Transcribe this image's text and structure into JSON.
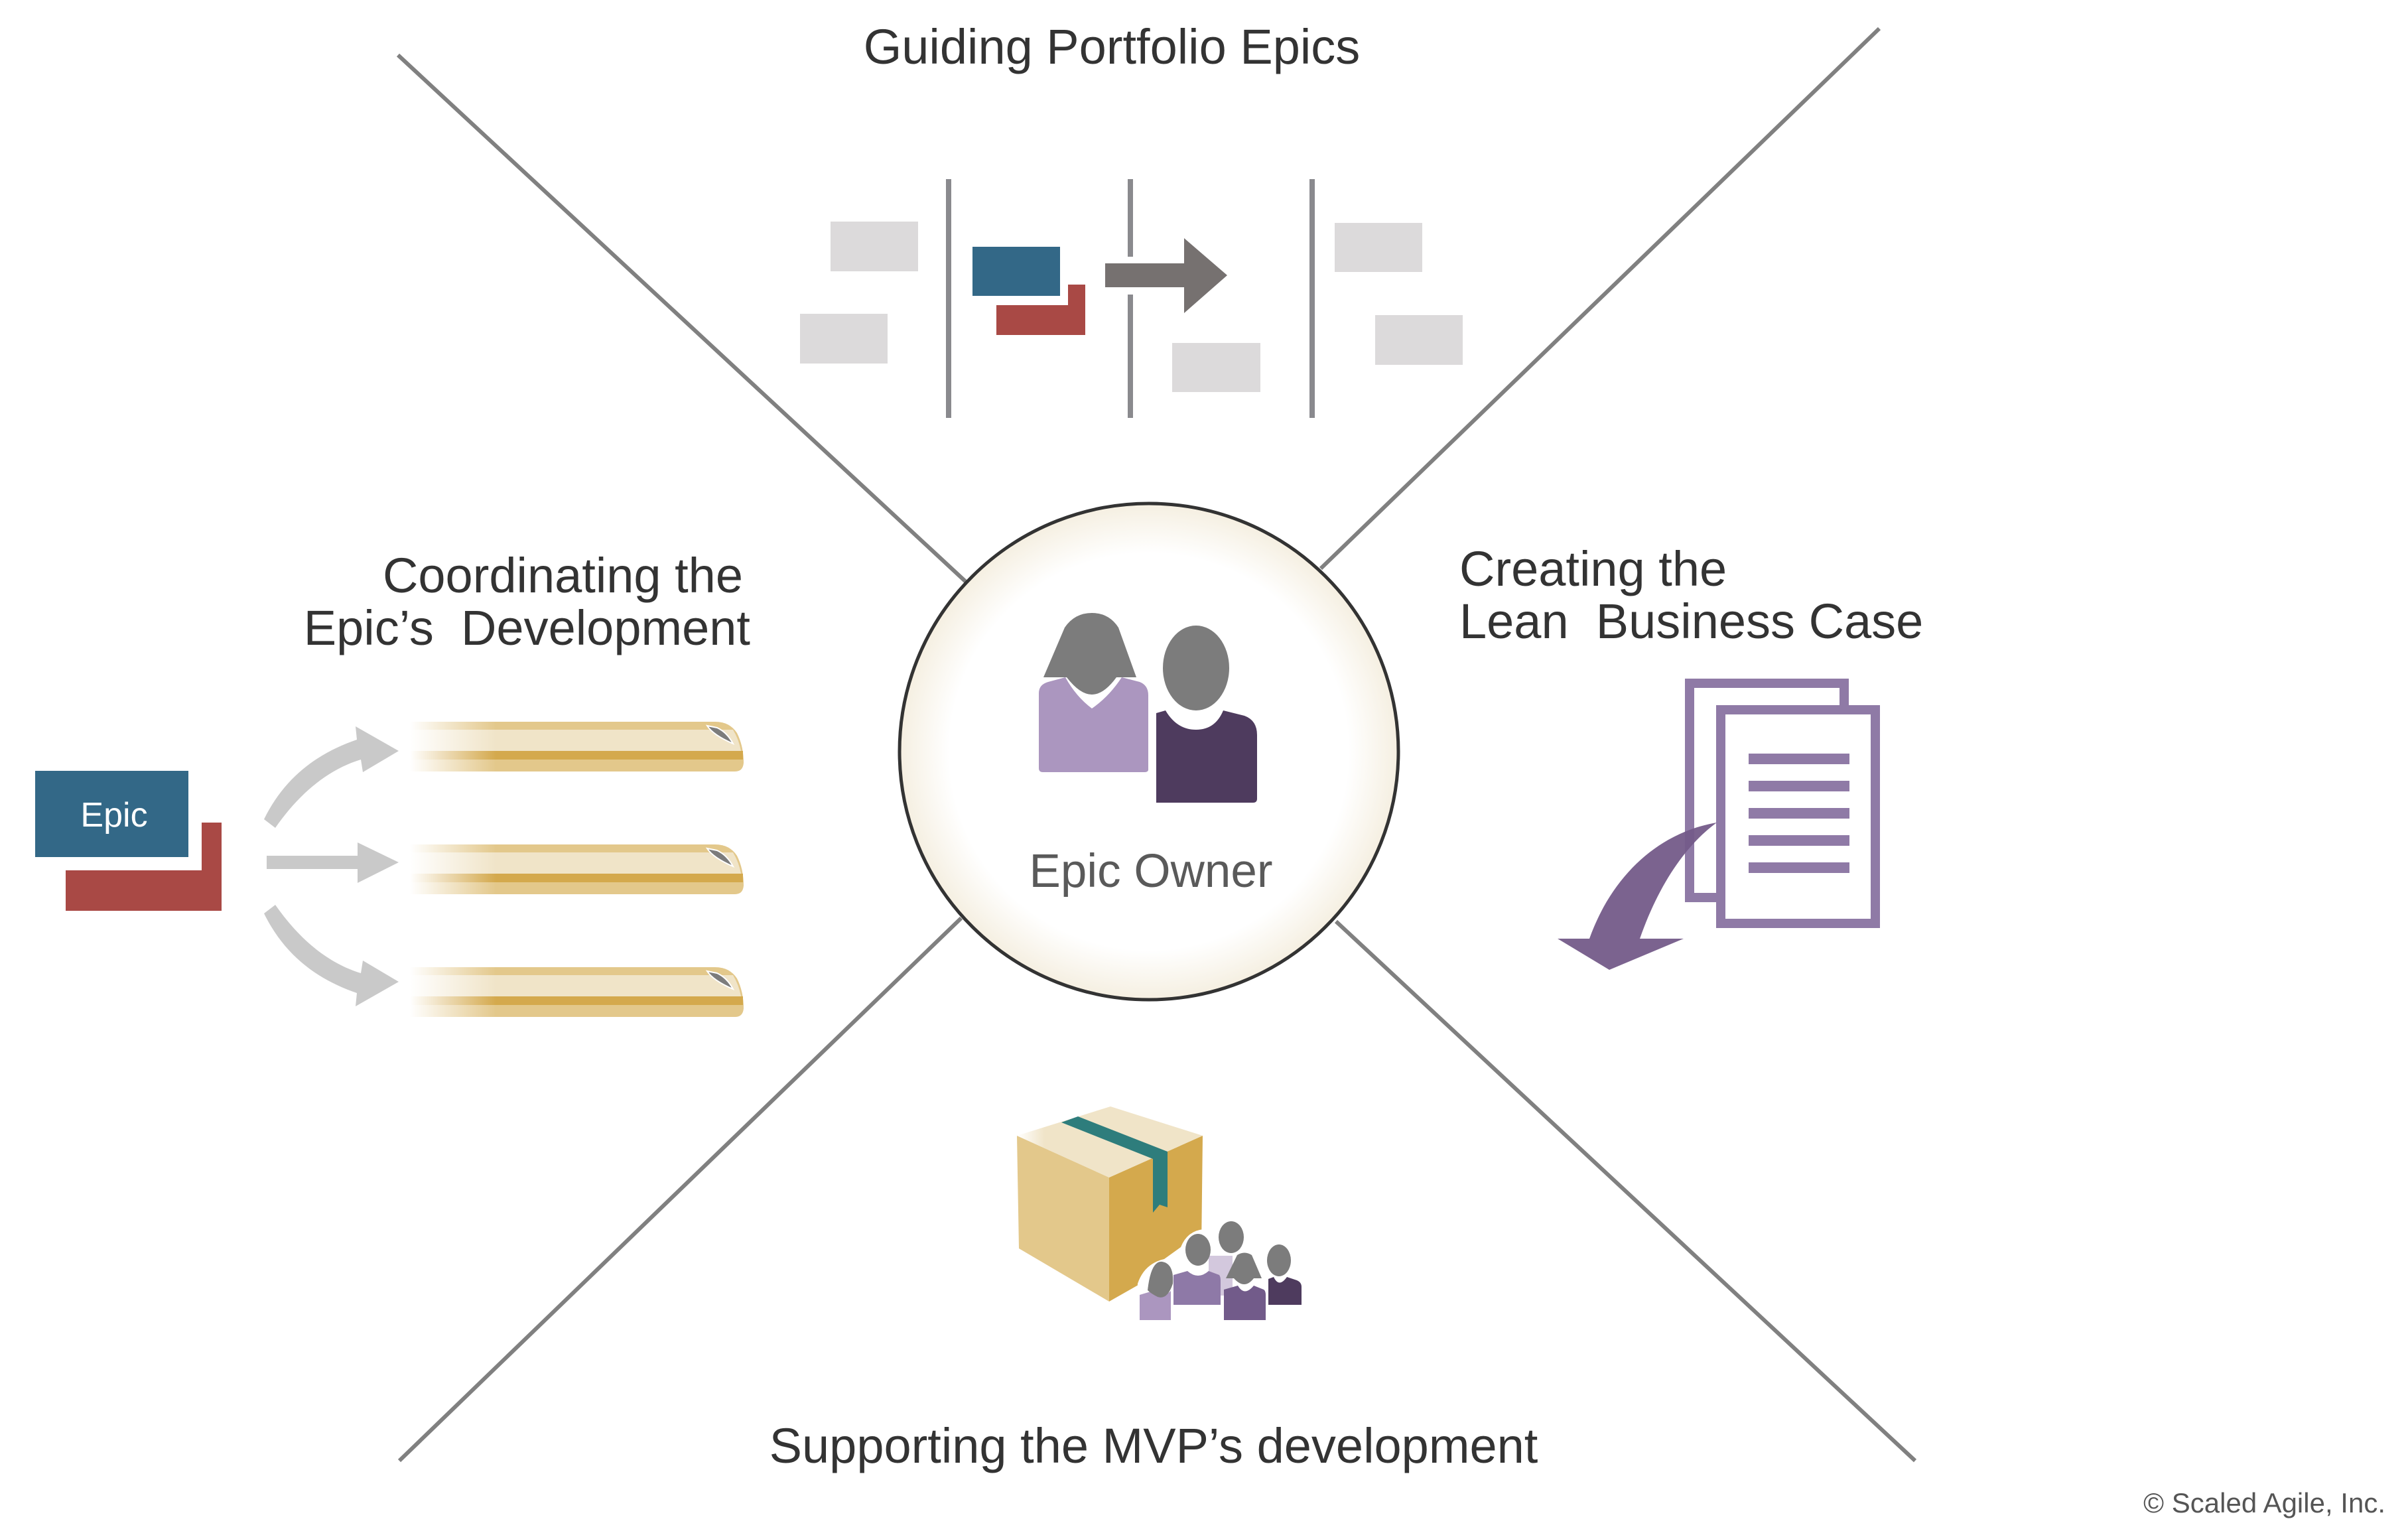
{
  "diagram": {
    "title": "Guiding Portfolio Epics",
    "center": {
      "label": "Epic Owner",
      "icon": "two-people-icon"
    },
    "quadrants": {
      "top": {
        "label": "Guiding Portfolio Epics",
        "icon": "kanban-board-icon"
      },
      "left": {
        "lines": [
          "Coordinating the",
          "Epic’s  Development"
        ],
        "icon": "epic-to-trains-icon",
        "epic_card_label": "Epic"
      },
      "right": {
        "lines": [
          "Creating the",
          "Lean  Business Case"
        ],
        "icon": "documents-icon"
      },
      "bottom": {
        "label": "Supporting the MVP’s development",
        "icon": "package-with-team-icon"
      }
    },
    "copyright": "© Scaled Agile, Inc."
  },
  "colors": {
    "epic_blue": "#336887",
    "epic_red": "#a94945",
    "card_gray": "#dcdadb",
    "arrow_gray": "#767170",
    "flow_arrow": "#c9c9c9",
    "doc_purple": "#8f7aa6",
    "arrow_purple": "#745b89",
    "person_light": "#ab96bf",
    "person_dark": "#4e3b5e",
    "head_gray": "#7c7c7c",
    "train_light": "#f0e4c8",
    "train_mid": "#e3c88b",
    "train_dark": "#d4a94d",
    "tape_teal": "#2e7d7c",
    "circle_stroke": "#333333",
    "circle_fill": "#f5f0e3"
  }
}
